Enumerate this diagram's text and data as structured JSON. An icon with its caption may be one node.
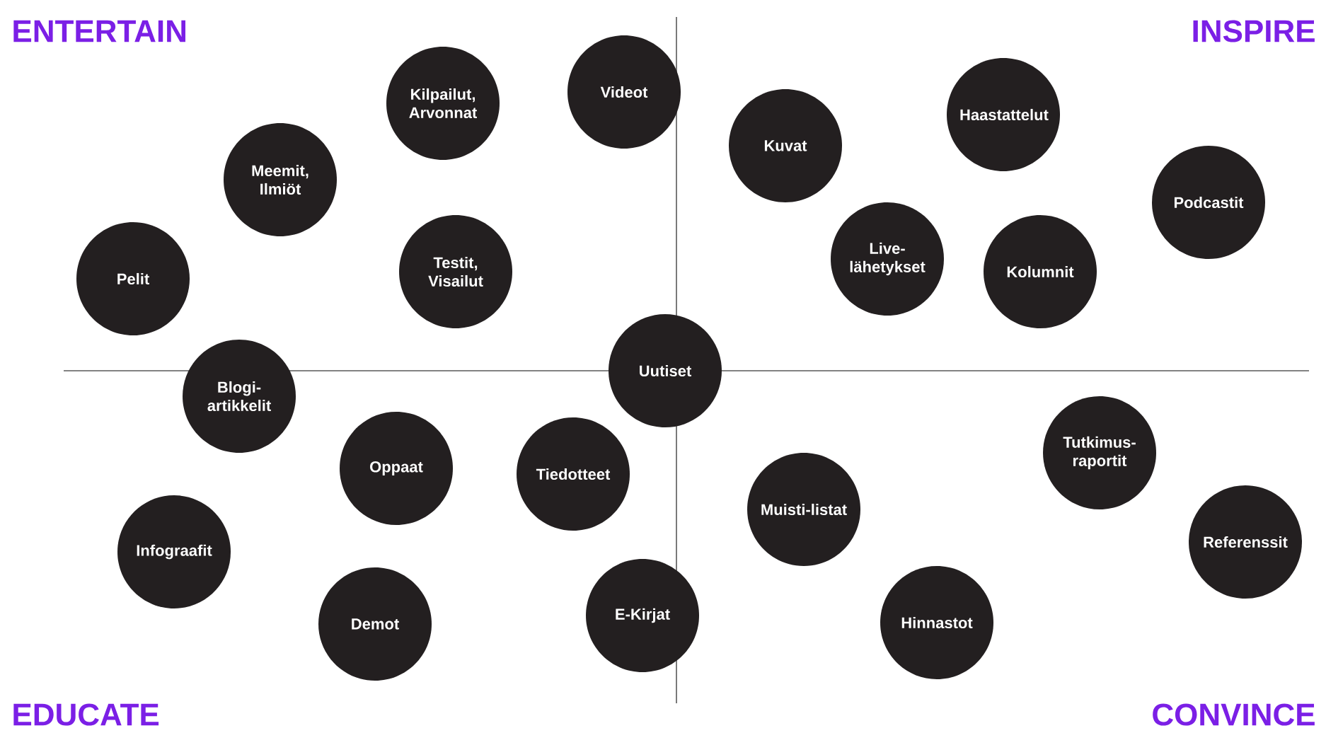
{
  "diagram": {
    "nodes": [
      {
        "text": [
          "Kilpailut, Arvonnat"
        ]
      },
      {
        "text": [
          "Videot"
        ]
      },
      {
        "text": [
          "Meemit, Ilmiöt"
        ]
      },
      {
        "text": [
          "Kuvat"
        ]
      },
      {
        "text": [
          "Haastattelut"
        ]
      },
      {
        "text": [
          "Podcastit"
        ]
      },
      {
        "text": [
          "Pelit"
        ]
      },
      {
        "text": [
          "Testit, Visailut"
        ]
      },
      {
        "text": [
          "Live-lähetykset"
        ]
      },
      {
        "text": [
          "Kolumnit"
        ]
      },
      {
        "text": [
          "Uutiset"
        ]
      },
      {
        "text": [
          "Blogi-artikkelit"
        ]
      },
      {
        "text": [
          "Oppaat"
        ]
      },
      {
        "text": [
          "Tiedotteet"
        ]
      },
      {
        "text": [
          "Tutkimus-raportit"
        ]
      },
      {
        "text": [
          "Muisti-listat"
        ]
      },
      {
        "text": [
          "Referenssit"
        ]
      },
      {
        "text": [
          "Infograafit"
        ]
      },
      {
        "text": [
          "Demot"
        ]
      },
      {
        "text": [
          "E-Kirjat"
        ]
      },
      {
        "text": [
          "Hinnastot"
        ]
      }
    ],
    "labels": [
      "ENTERTAIN",
      "INSPIRE",
      "EDUCATE",
      "CONVINCE"
    ]
  }
}
